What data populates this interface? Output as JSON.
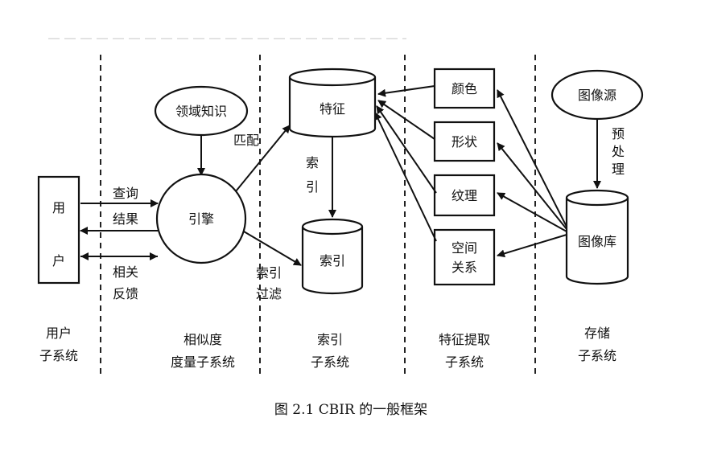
{
  "user_box": {
    "line1": "用",
    "line2": "户"
  },
  "domain_knowledge": "领域知识",
  "engine": "引擎",
  "feature_db": "特征",
  "index_db": "索引",
  "image_source": "图像源",
  "image_db": "图像库",
  "feature_boxes": {
    "color": "颜色",
    "shape": "形状",
    "texture": "纹理",
    "spatial_line1": "空间",
    "spatial_line2": "关系"
  },
  "edge_labels": {
    "query": "查询",
    "result": "结果",
    "feedback_line1": "相关",
    "feedback_line2": "反馈",
    "match": "匹配",
    "index_line1": "索",
    "index_line2": "引",
    "filter_line1": "索引",
    "filter_line2": "过滤",
    "preprocess_line1": "预",
    "preprocess_line2": "处",
    "preprocess_line3": "理"
  },
  "subsystems": {
    "user_line1": "用户",
    "user_line2": "子系统",
    "similarity_line1": "相似度",
    "similarity_line2": "度量子系统",
    "index_line1": "索引",
    "index_line2": "子系统",
    "feature_line1": "特征提取",
    "feature_line2": "子系统",
    "storage_line1": "存储",
    "storage_line2": "子系统"
  },
  "caption": "图 2.1 CBIR 的一般框架"
}
